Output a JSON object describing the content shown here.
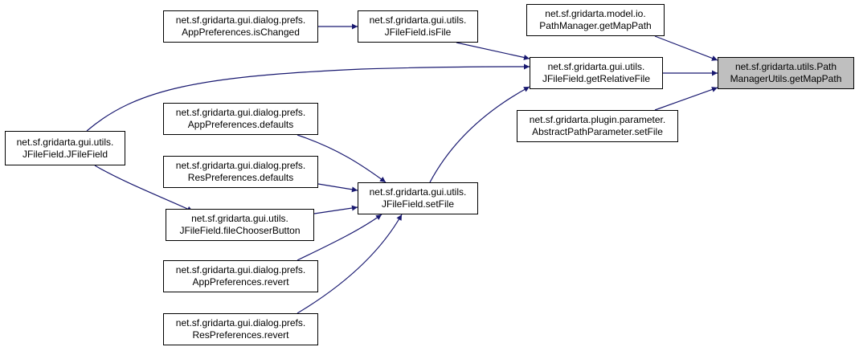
{
  "graph": {
    "edge_color": "#191970",
    "focus_fill": "#bfbfbf",
    "nodes": [
      {
        "id": "pmu_getmappath",
        "line1": "net.sf.gridarta.utils.Path",
        "line2": "ManagerUtils.getMapPath",
        "focus": true
      },
      {
        "id": "pathmanager_getmappath",
        "line1": "net.sf.gridarta.model.io.",
        "line2": "PathManager.getMapPath"
      },
      {
        "id": "jff_getrelativefile",
        "line1": "net.sf.gridarta.gui.utils.",
        "line2": "JFileField.getRelativeFile"
      },
      {
        "id": "app_setfile",
        "line1": "net.sf.gridarta.plugin.parameter.",
        "line2": "AbstractPathParameter.setFile"
      },
      {
        "id": "jff_isfile",
        "line1": "net.sf.gridarta.gui.utils.",
        "line2": "JFileField.isFile"
      },
      {
        "id": "ap_ischanged",
        "line1": "net.sf.gridarta.gui.dialog.prefs.",
        "line2": "AppPreferences.isChanged"
      },
      {
        "id": "jff_jfilefield",
        "line1": "net.sf.gridarta.gui.utils.",
        "line2": "JFileField.JFileField"
      },
      {
        "id": "jff_setfile",
        "line1": "net.sf.gridarta.gui.utils.",
        "line2": "JFileField.setFile"
      },
      {
        "id": "ap_defaults",
        "line1": "net.sf.gridarta.gui.dialog.prefs.",
        "line2": "AppPreferences.defaults"
      },
      {
        "id": "rp_defaults",
        "line1": "net.sf.gridarta.gui.dialog.prefs.",
        "line2": "ResPreferences.defaults"
      },
      {
        "id": "jff_filechooser",
        "line1": "net.sf.gridarta.gui.utils.",
        "line2": "JFileField.fileChooserButton"
      },
      {
        "id": "ap_revert",
        "line1": "net.sf.gridarta.gui.dialog.prefs.",
        "line2": "AppPreferences.revert"
      },
      {
        "id": "rp_revert",
        "line1": "net.sf.gridarta.gui.dialog.prefs.",
        "line2": "ResPreferences.revert"
      }
    ],
    "edges": [
      {
        "from": "pathmanager_getmappath",
        "to": "pmu_getmappath"
      },
      {
        "from": "jff_getrelativefile",
        "to": "pmu_getmappath"
      },
      {
        "from": "app_setfile",
        "to": "pmu_getmappath"
      },
      {
        "from": "jff_isfile",
        "to": "jff_getrelativefile"
      },
      {
        "from": "jff_jfilefield",
        "to": "jff_getrelativefile"
      },
      {
        "from": "jff_setfile",
        "to": "jff_getrelativefile"
      },
      {
        "from": "ap_ischanged",
        "to": "jff_isfile"
      },
      {
        "from": "ap_defaults",
        "to": "jff_setfile"
      },
      {
        "from": "rp_defaults",
        "to": "jff_setfile"
      },
      {
        "from": "jff_filechooser",
        "to": "jff_setfile"
      },
      {
        "from": "ap_revert",
        "to": "jff_setfile"
      },
      {
        "from": "rp_revert",
        "to": "jff_setfile"
      },
      {
        "from": "jff_jfilefield",
        "to": "jff_filechooser"
      }
    ]
  }
}
